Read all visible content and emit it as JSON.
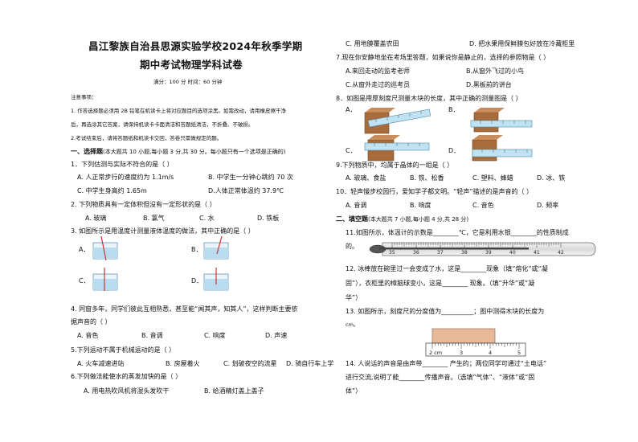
{
  "header": {
    "title_line1": "昌江黎族自治县思源实验学校2024年秋季学期",
    "title_line2": "期中考试物理学科试卷",
    "meta": "满分：100 分     时间：60 分钟"
  },
  "notes": {
    "heading": "注意事项：",
    "n1a": "1.   作答选择题必须用 2B 铅笔在机读卡上将对应题目的选项涂黑。如需改动，请用橡皮擦干净",
    "n1b": "后，再选涂其它答案，请保持机读卡卡面清洁和答题纸清洁，不折叠、不破损。",
    "n2": "2.考试结束后，请将答题纸和机读卡交回，答卷只需做规定的题。"
  },
  "section1": {
    "heading": "一、选择题",
    "heading_note": "(本大题共 10 小题,每小题 3 分,共 30 分。每小题只有一个选项是正确的)",
    "q1": "1．下列估测与实际不符合的是（        ）",
    "q1a": "A. 人正常步行的速度约为 1.1m/s",
    "q1b": "B. 中学生一分钟心跳约 70 次",
    "q1c": "C. 中学生身高约 1.65m",
    "q1d": "D.人体正常体温约 37.9℃",
    "q2": "2. 下列物质具有一定体积但没有一定形状的是（        ）",
    "q2a": "A. 玻璃",
    "q2b": "B. 氯气",
    "q2c": "C. 水",
    "q2d": "D. 铁板",
    "q3": "3. 如图所示是用温度计测量液体温度的做法，其中正确的是（        ）",
    "q3a": "A．",
    "q3b": "B．",
    "q3c": "C．",
    "q3d": "D．",
    "q4a": "4. 同窗多年，同学们彼此互相熟悉，甚至能“闻其声，知其人”，这样判断主要依",
    "q4b": "据声音的（        ）",
    "q4oa": "A. 音色",
    "q4ob": "B. 音调",
    "q4oc": "C. 响度",
    "q4od": "D. 声速",
    "q5": "5.下列运动不属于机械运动的是（        ）",
    "q5a": "A. 火车减速进站",
    "q5b": "B. 房屋着火",
    "q5c": "C. 划破夜空的流星",
    "q5d": "D. 骑自行车上学",
    "q6": "6.下列做法能使水的蒸发加快的是（        ）",
    "q6a": "A. 用电热吹风机将湿头发吹干",
    "q6b": "B. 给酒精灯盖上盖子"
  },
  "right": {
    "q6c": "C. 用地膜覆盖农田",
    "q6d": "D. 把水果用保鲜膜包好放在冷藏柜里",
    "q7": "7.现在你安静地坐在考场里答题，如果说你是静止的，选择的参照物是（        ）",
    "q7a": "A.来回走动的监考老师",
    "q7b": "B.从窗外飞过的小鸟",
    "q7c": "C.从窗外走过的巡考员",
    "q7d": "D.黑板前的讲台",
    "q8": "8．如图是用厚刻度尺测量木块的长度，其中正确的测量图是（        ）",
    "q8a": "A．",
    "q8b": "B．",
    "q8c": "C．",
    "q8d": "D．",
    "q9": "9.下列物质中，均属于晶体的一组是（        ）",
    "q9a": "A. 玻璃、食盐",
    "q9b": "B. 铁、松香",
    "q9c": "C. 塑料、蜂蜡",
    "q9d": "D. 冰、铁",
    "q10": "10．轻声慢步校园行，爱知学子都文明。“轻声”描述的是声音的（        ）",
    "q10a": "A. 音调",
    "q10b": "B. 响度",
    "q10c": "C. 音色",
    "q10d": "D. 频率",
    "s2_heading": "二、填空题",
    "s2_note": "(本大题共 7 小题,每小题 4 分,共 28 分)",
    "q11a": "11.如图所示，体温计的示数是________℃，它是利用水银________的性质制成",
    "q11b": "的。",
    "therm_ticks": [
      "35",
      "36",
      "37",
      "38",
      "39",
      "40",
      "41",
      "42"
    ],
    "q12a": "12. 冰棒放在碗里过一会变成了水，这是________现象（填“熔化”或“凝",
    "q12b": "固”），衣柜里的樟脑球变小，这是________ 现象。（填“升华”或“凝",
    "q12c": "华”）",
    "q13a": "13. 如图所示，刻度尺的分度值为__________；图中测得木块的长度为",
    "q13b": "cm。",
    "ruler_ticks": [
      "2 cm",
      "3",
      "4",
      "5"
    ],
    "q14a": "14. 人说话的声音是由声带________ 产生的；两位同学可通过“土电话”",
    "q14b": "进行交流,说明了能________传播声音。（选填“气体”、“液体”或“固",
    "q14c": "体”）"
  }
}
